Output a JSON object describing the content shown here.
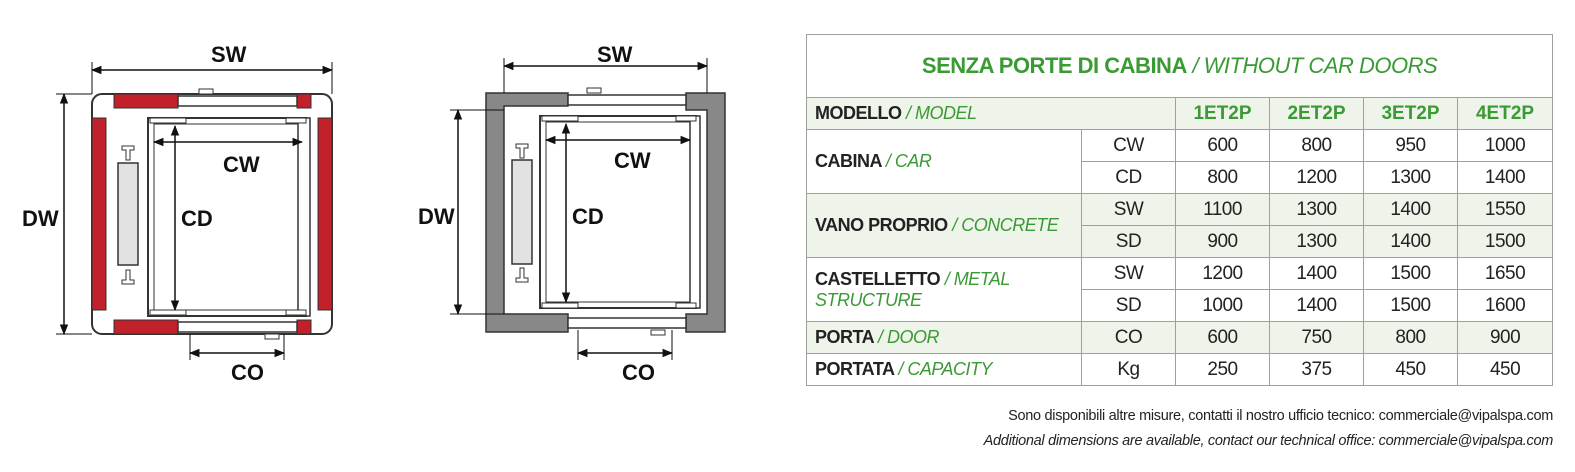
{
  "diagrams": {
    "metal_structure": {
      "labels": {
        "sw": "SW",
        "dw": "DW",
        "cw": "CW",
        "cd": "CD",
        "co": "CO"
      },
      "colors": {
        "frame": "#c0212b",
        "wall": "#ffffff",
        "outline": "#333333"
      }
    },
    "concrete": {
      "labels": {
        "sw": "SW",
        "dw": "DW",
        "cw": "CW",
        "cd": "CD",
        "co": "CO"
      },
      "colors": {
        "frame": "#888888",
        "outline": "#333333"
      }
    }
  },
  "table": {
    "title_it": "SENZA PORTE DI CABINA",
    "title_sep": " / ",
    "title_en": "WITHOUT CAR DOORS",
    "header": {
      "label_it": "MODELLO",
      "label_en": "/ MODEL",
      "models": [
        "1ET2P",
        "2ET2P",
        "3ET2P",
        "4ET2P"
      ]
    },
    "groups": [
      {
        "label_it": "CABINA",
        "label_en": "/ CAR",
        "rows": [
          {
            "code": "CW",
            "values": [
              "600",
              "800",
              "950",
              "1000"
            ]
          },
          {
            "code": "CD",
            "values": [
              "800",
              "1200",
              "1300",
              "1400"
            ]
          }
        ]
      },
      {
        "label_it": "VANO PROPRIO",
        "label_en": "/ CONCRETE",
        "rows": [
          {
            "code": "SW",
            "values": [
              "1100",
              "1300",
              "1400",
              "1550"
            ]
          },
          {
            "code": "SD",
            "values": [
              "900",
              "1300",
              "1400",
              "1500"
            ]
          }
        ]
      },
      {
        "label_it": "CASTELLETTO",
        "label_en": "/ METAL STRUCTURE",
        "rows": [
          {
            "code": "SW",
            "values": [
              "1200",
              "1400",
              "1500",
              "1650"
            ]
          },
          {
            "code": "SD",
            "values": [
              "1000",
              "1400",
              "1500",
              "1600"
            ]
          }
        ]
      },
      {
        "label_it": "PORTA",
        "label_en": "/ DOOR",
        "rows": [
          {
            "code": "CO",
            "values": [
              "600",
              "750",
              "800",
              "900"
            ]
          }
        ]
      },
      {
        "label_it": "PORTATA",
        "label_en": "/ CAPACITY",
        "rows": [
          {
            "code": "Kg",
            "values": [
              "250",
              "375",
              "450",
              "450"
            ]
          }
        ]
      }
    ]
  },
  "footnotes": {
    "italian": "Sono disponibili altre misure, contatti il nostro ufficio tecnico: commerciale@vipalspa.com",
    "english": "Additional dimensions are available, contact our technical office: commerciale@vipalspa.com"
  }
}
